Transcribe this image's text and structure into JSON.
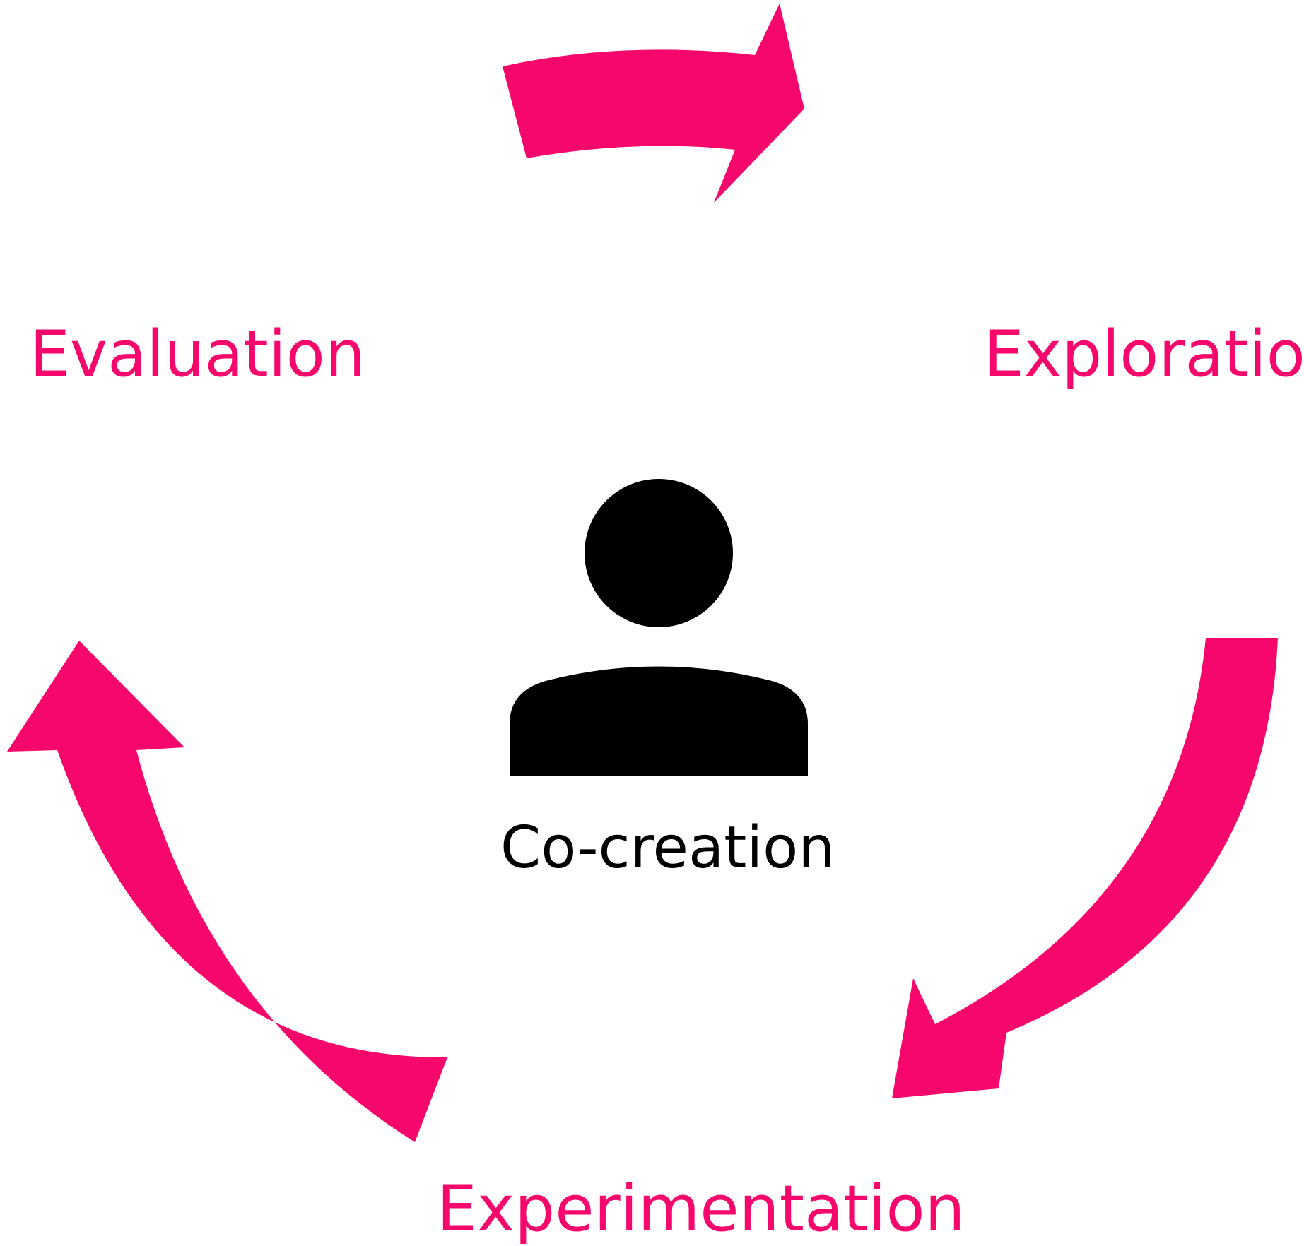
{
  "diagram": {
    "center_label": "Co-creation",
    "stages": [
      {
        "id": "exploration",
        "label": "Exploration"
      },
      {
        "id": "experimentation",
        "label": "Experimentation"
      },
      {
        "id": "evaluation",
        "label": "Evaluation"
      }
    ],
    "flow": [
      {
        "from": "evaluation",
        "to": "exploration"
      },
      {
        "from": "exploration",
        "to": "experimentation"
      },
      {
        "from": "experimentation",
        "to": "evaluation"
      }
    ],
    "icons": {
      "center": "person-icon",
      "cycle": "curved-arrow-icon"
    },
    "colors": {
      "accent": "#F5076C",
      "icon": "#000000",
      "center_text": "#000000",
      "background": "#FFFFFF"
    }
  }
}
